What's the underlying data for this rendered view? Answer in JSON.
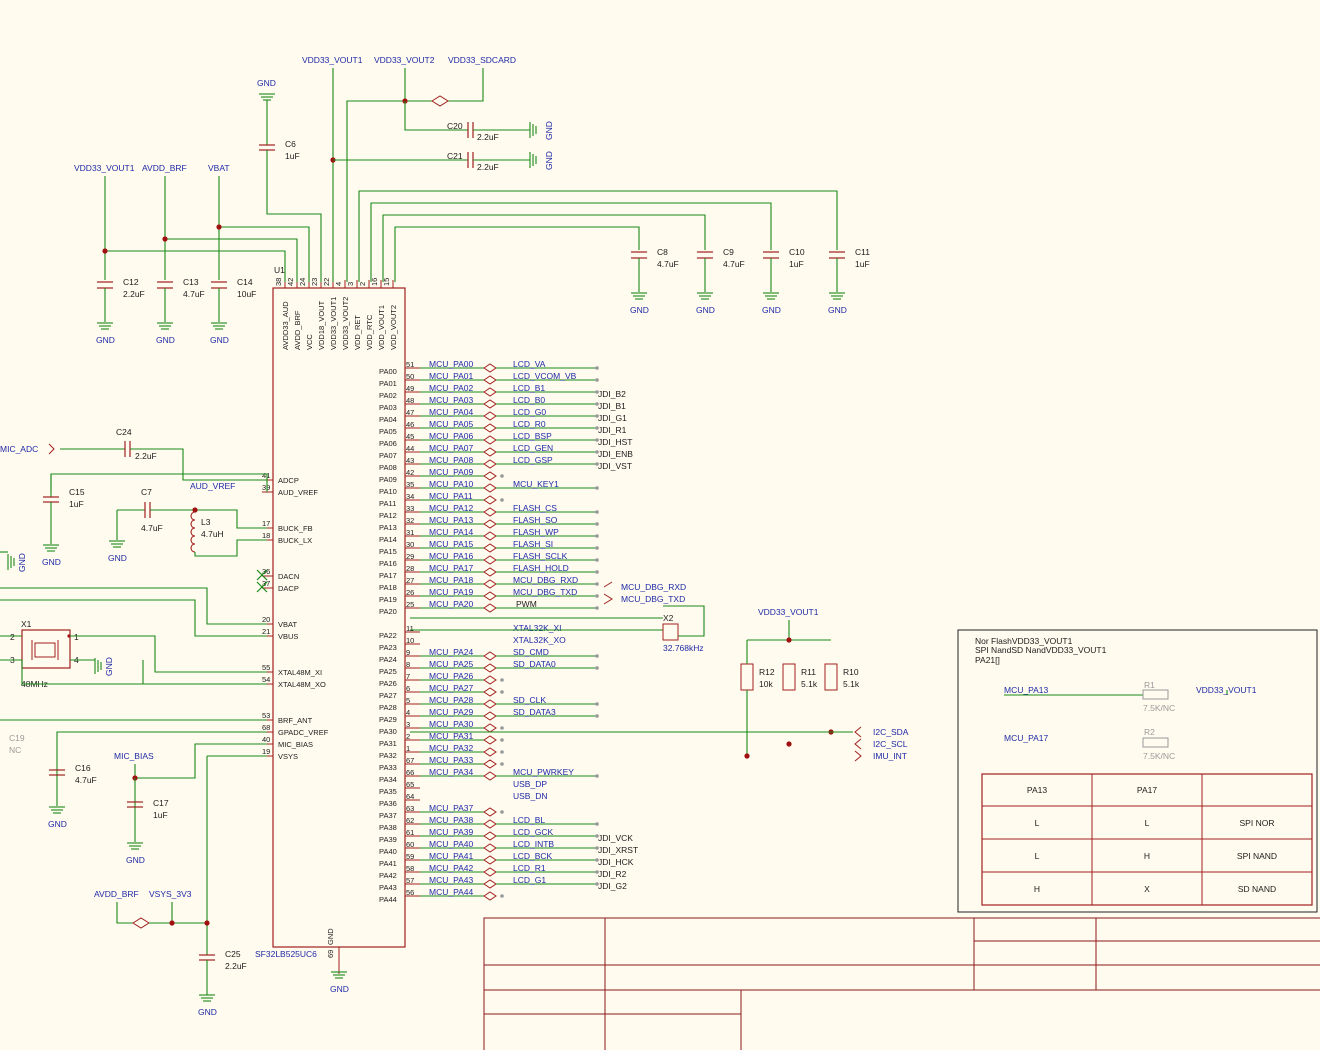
{
  "chip": {
    "ref": "U1",
    "part": "SF32LB525UC6",
    "gnd_pin_num": "69",
    "gnd_pin_name": "GND",
    "top_pins": [
      {
        "num": "38",
        "name": "AVDD33_AUD"
      },
      {
        "num": "42",
        "name": "AVDD_BRF"
      },
      {
        "num": "24",
        "name": "VCC"
      },
      {
        "num": "23",
        "name": "VDD18_VOUT"
      },
      {
        "num": "22",
        "name": "VDD33_VOUT1"
      },
      {
        "num": "4",
        "name": "VDD33_VOUT2"
      },
      {
        "num": "3",
        "name": "VDD_RET"
      },
      {
        "num": "2",
        "name": "VDD_RTC"
      },
      {
        "num": "16",
        "name": "VDD_VOUT1"
      },
      {
        "num": "15",
        "name": "VDD_VOUT2"
      }
    ],
    "left_pins": [
      {
        "num": "41",
        "name": "ADCP"
      },
      {
        "num": "39",
        "name": "AUD_VREF"
      },
      {
        "num": "17",
        "name": "BUCK_FB"
      },
      {
        "num": "18",
        "name": "BUCK_LX"
      },
      {
        "num": "36",
        "name": "DACN"
      },
      {
        "num": "37",
        "name": "DACP"
      },
      {
        "num": "20",
        "name": "VBAT"
      },
      {
        "num": "21",
        "name": "VBUS"
      },
      {
        "num": "55",
        "name": "XTAL48M_XI"
      },
      {
        "num": "54",
        "name": "XTAL48M_XO"
      },
      {
        "num": "53",
        "name": "BRF_ANT"
      },
      {
        "num": "68",
        "name": "GPADC_VREF"
      },
      {
        "num": "40",
        "name": "MIC_BIAS"
      },
      {
        "num": "19",
        "name": "VSYS"
      }
    ],
    "right_pins": [
      {
        "num": "51",
        "name": "PA00",
        "net": "MCU_PA00",
        "sig": "LCD_VA",
        "jdi": ""
      },
      {
        "num": "50",
        "name": "PA01",
        "net": "MCU_PA01",
        "sig": "LCD_VCOM_VB",
        "jdi": ""
      },
      {
        "num": "49",
        "name": "PA02",
        "net": "MCU_PA02",
        "sig": "LCD_B1",
        "jdi": "JDI_B2"
      },
      {
        "num": "48",
        "name": "PA03",
        "net": "MCU_PA03",
        "sig": "LCD_B0",
        "jdi": "JDI_B1"
      },
      {
        "num": "47",
        "name": "PA04",
        "net": "MCU_PA04",
        "sig": "LCD_G0",
        "jdi": "JDI_G1"
      },
      {
        "num": "46",
        "name": "PA05",
        "net": "MCU_PA05",
        "sig": "LCD_R0",
        "jdi": "JDI_R1"
      },
      {
        "num": "45",
        "name": "PA06",
        "net": "MCU_PA06",
        "sig": "LCD_BSP",
        "jdi": "JDI_HST"
      },
      {
        "num": "44",
        "name": "PA07",
        "net": "MCU_PA07",
        "sig": "LCD_GEN",
        "jdi": "JDI_ENB"
      },
      {
        "num": "43",
        "name": "PA08",
        "net": "MCU_PA08",
        "sig": "LCD_GSP",
        "jdi": "JDI_VST"
      },
      {
        "num": "42",
        "name": "PA09",
        "net": "MCU_PA09",
        "sig": "",
        "jdi": ""
      },
      {
        "num": "35",
        "name": "PA10",
        "net": "MCU_PA10",
        "sig": "MCU_KEY1",
        "jdi": ""
      },
      {
        "num": "34",
        "name": "PA11",
        "net": "MCU_PA11",
        "sig": "",
        "jdi": ""
      },
      {
        "num": "33",
        "name": "PA12",
        "net": "MCU_PA12",
        "sig": "FLASH_CS",
        "jdi": ""
      },
      {
        "num": "32",
        "name": "PA13",
        "net": "MCU_PA13",
        "sig": "FLASH_SO",
        "jdi": ""
      },
      {
        "num": "31",
        "name": "PA14",
        "net": "MCU_PA14",
        "sig": "FLASH_WP",
        "jdi": ""
      },
      {
        "num": "30",
        "name": "PA15",
        "net": "MCU_PA15",
        "sig": "FLASH_SI",
        "jdi": ""
      },
      {
        "num": "29",
        "name": "PA16",
        "net": "MCU_PA16",
        "sig": "FLASH_SCLK",
        "jdi": ""
      },
      {
        "num": "28",
        "name": "PA17",
        "net": "MCU_PA17",
        "sig": "FLASH_HOLD",
        "jdi": ""
      },
      {
        "num": "27",
        "name": "PA18",
        "net": "MCU_PA18",
        "sig": "MCU_DBG_RXD",
        "jdi": ""
      },
      {
        "num": "26",
        "name": "PA19",
        "net": "MCU_PA19",
        "sig": "MCU_DBG_TXD",
        "jdi": ""
      },
      {
        "num": "25",
        "name": "PA20",
        "net": "MCU_PA20",
        "sig": "PWM",
        "jdi": ""
      },
      {
        "num": "11",
        "name": "PA22",
        "net": "",
        "sig": "XTAL32K_XI",
        "jdi": ""
      },
      {
        "num": "10",
        "name": "PA23",
        "net": "",
        "sig": "XTAL32K_XO",
        "jdi": ""
      },
      {
        "num": "9",
        "name": "PA24",
        "net": "MCU_PA24",
        "sig": "SD_CMD",
        "jdi": ""
      },
      {
        "num": "8",
        "name": "PA25",
        "net": "MCU_PA25",
        "sig": "SD_DATA0",
        "jdi": ""
      },
      {
        "num": "7",
        "name": "PA26",
        "net": "MCU_PA26",
        "sig": "",
        "jdi": ""
      },
      {
        "num": "6",
        "name": "PA27",
        "net": "MCU_PA27",
        "sig": "",
        "jdi": ""
      },
      {
        "num": "5",
        "name": "PA28",
        "net": "MCU_PA28",
        "sig": "SD_CLK",
        "jdi": ""
      },
      {
        "num": "4",
        "name": "PA29",
        "net": "MCU_PA29",
        "sig": "SD_DATA3",
        "jdi": ""
      },
      {
        "num": "3",
        "name": "PA30",
        "net": "MCU_PA30",
        "sig": "",
        "jdi": ""
      },
      {
        "num": "2",
        "name": "PA31",
        "net": "MCU_PA31",
        "sig": "",
        "jdi": ""
      },
      {
        "num": "1",
        "name": "PA32",
        "net": "MCU_PA32",
        "sig": "",
        "jdi": ""
      },
      {
        "num": "67",
        "name": "PA33",
        "net": "MCU_PA33",
        "sig": "",
        "jdi": ""
      },
      {
        "num": "66",
        "name": "PA34",
        "net": "MCU_PA34",
        "sig": "MCU_PWRKEY",
        "jdi": ""
      },
      {
        "num": "65",
        "name": "PA35",
        "net": "",
        "sig": "USB_DP",
        "jdi": ""
      },
      {
        "num": "64",
        "name": "PA36",
        "net": "",
        "sig": "USB_DN",
        "jdi": ""
      },
      {
        "num": "63",
        "name": "PA37",
        "net": "MCU_PA37",
        "sig": "",
        "jdi": ""
      },
      {
        "num": "62",
        "name": "PA38",
        "net": "MCU_PA38",
        "sig": "LCD_BL",
        "jdi": ""
      },
      {
        "num": "61",
        "name": "PA39",
        "net": "MCU_PA39",
        "sig": "LCD_GCK",
        "jdi": "JDI_VCK"
      },
      {
        "num": "60",
        "name": "PA40",
        "net": "MCU_PA40",
        "sig": "LCD_INTB",
        "jdi": "JDI_XRST"
      },
      {
        "num": "59",
        "name": "PA41",
        "net": "MCU_PA41",
        "sig": "LCD_BCK",
        "jdi": "JDI_HCK"
      },
      {
        "num": "58",
        "name": "PA42",
        "net": "MCU_PA42",
        "sig": "LCD_R1",
        "jdi": "JDI_R2"
      },
      {
        "num": "57",
        "name": "PA43",
        "net": "MCU_PA43",
        "sig": "LCD_G1",
        "jdi": "JDI_G2"
      },
      {
        "num": "56",
        "name": "PA44",
        "net": "MCU_PA44",
        "sig": "",
        "jdi": ""
      }
    ]
  },
  "power_labels": {
    "vdd33_vout1": "VDD33_VOUT1",
    "vdd33_vout2": "VDD33_VOUT2",
    "vdd33_sdcard": "VDD33_SDCARD",
    "avdd_brf": "AVDD_BRF",
    "vbat": "VBAT",
    "gnd": "GND",
    "mic_adc": "MIC_ADC",
    "aud_vref": "AUD_VREF",
    "mic_bias": "MIC_BIAS",
    "vsys_3v3": "VSYS_3V3",
    "i2c_sda": "I2C_SDA",
    "i2c_scl": "I2C_SCL",
    "imu_int": "IMU_INT",
    "dbg_rxd": "MCU_DBG_RXD",
    "dbg_txd": "MCU_DBG_TXD"
  },
  "components": {
    "C6": {
      "ref": "C6",
      "value": "1uF"
    },
    "C20": {
      "ref": "C20",
      "value": "2.2uF"
    },
    "C21": {
      "ref": "C21",
      "value": "2.2uF"
    },
    "C12": {
      "ref": "C12",
      "value": "2.2uF"
    },
    "C13": {
      "ref": "C13",
      "value": "4.7uF"
    },
    "C14": {
      "ref": "C14",
      "value": "10uF"
    },
    "C8": {
      "ref": "C8",
      "value": "4.7uF"
    },
    "C9": {
      "ref": "C9",
      "value": "4.7uF"
    },
    "C10": {
      "ref": "C10",
      "value": "1uF"
    },
    "C11": {
      "ref": "C11",
      "value": "1uF"
    },
    "C24": {
      "ref": "C24",
      "value": "2.2uF"
    },
    "C15": {
      "ref": "C15",
      "value": "1uF"
    },
    "C7": {
      "ref": "C7",
      "value": "4.7uF"
    },
    "L3": {
      "ref": "L3",
      "value": "4.7uH"
    },
    "X1": {
      "ref": "X1",
      "value": "48MHz"
    },
    "X2": {
      "ref": "X2",
      "value": "32.768kHz"
    },
    "C19": {
      "ref": "C19",
      "value": "NC"
    },
    "C16": {
      "ref": "C16",
      "value": "4.7uF"
    },
    "C17": {
      "ref": "C17",
      "value": "1uF"
    },
    "C25": {
      "ref": "C25",
      "value": "2.2uF"
    },
    "R12": {
      "ref": "R12",
      "value": "10k"
    },
    "R11": {
      "ref": "R11",
      "value": "5.1k"
    },
    "R10": {
      "ref": "R10",
      "value": "5.1k"
    },
    "R1": {
      "ref": "R1",
      "value": "7.5K/NC"
    },
    "R2": {
      "ref": "R2",
      "value": "7.5K/NC"
    }
  },
  "x1_pins": [
    "2",
    "1",
    "3",
    "4"
  ],
  "flash_note": {
    "line1": "Nor FlashVDD33_VOUT1",
    "line2": "SPI NandSD NandVDD33_VOUT1",
    "line3": "PA21[]",
    "net_pa13": "MCU_PA13",
    "net_pa17": "MCU_PA17",
    "pull_net": "VDD33_VOUT1",
    "table_header": [
      "PA13",
      "PA17",
      ""
    ],
    "table_rows": [
      [
        "L",
        "L",
        "SPI NOR"
      ],
      [
        "L",
        "H",
        "SPI NAND"
      ],
      [
        "H",
        "X",
        "SD NAND"
      ]
    ]
  }
}
